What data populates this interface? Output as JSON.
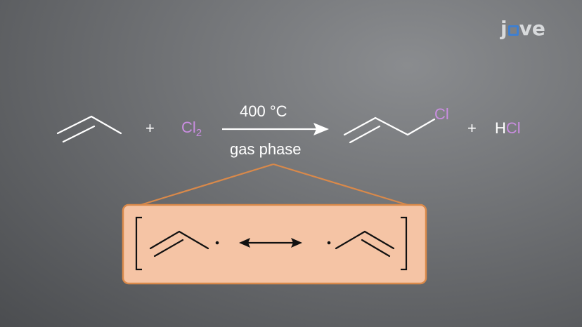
{
  "logo": {
    "before": "j",
    "after": "ve"
  },
  "reaction": {
    "plus1": "+",
    "reagent_symbol": "Cl",
    "reagent_subscript": "2",
    "condition_top": "400 °C",
    "condition_bottom": "gas phase",
    "product_cl": "Cl",
    "plus2": "+",
    "hcl_h": "H",
    "hcl_cl": "Cl"
  },
  "colors": {
    "background": "#6e7073",
    "box_fill": "#f5c4a5",
    "box_border": "#d9894a",
    "halogen": "#c98de0",
    "bond": "#ffffff"
  }
}
